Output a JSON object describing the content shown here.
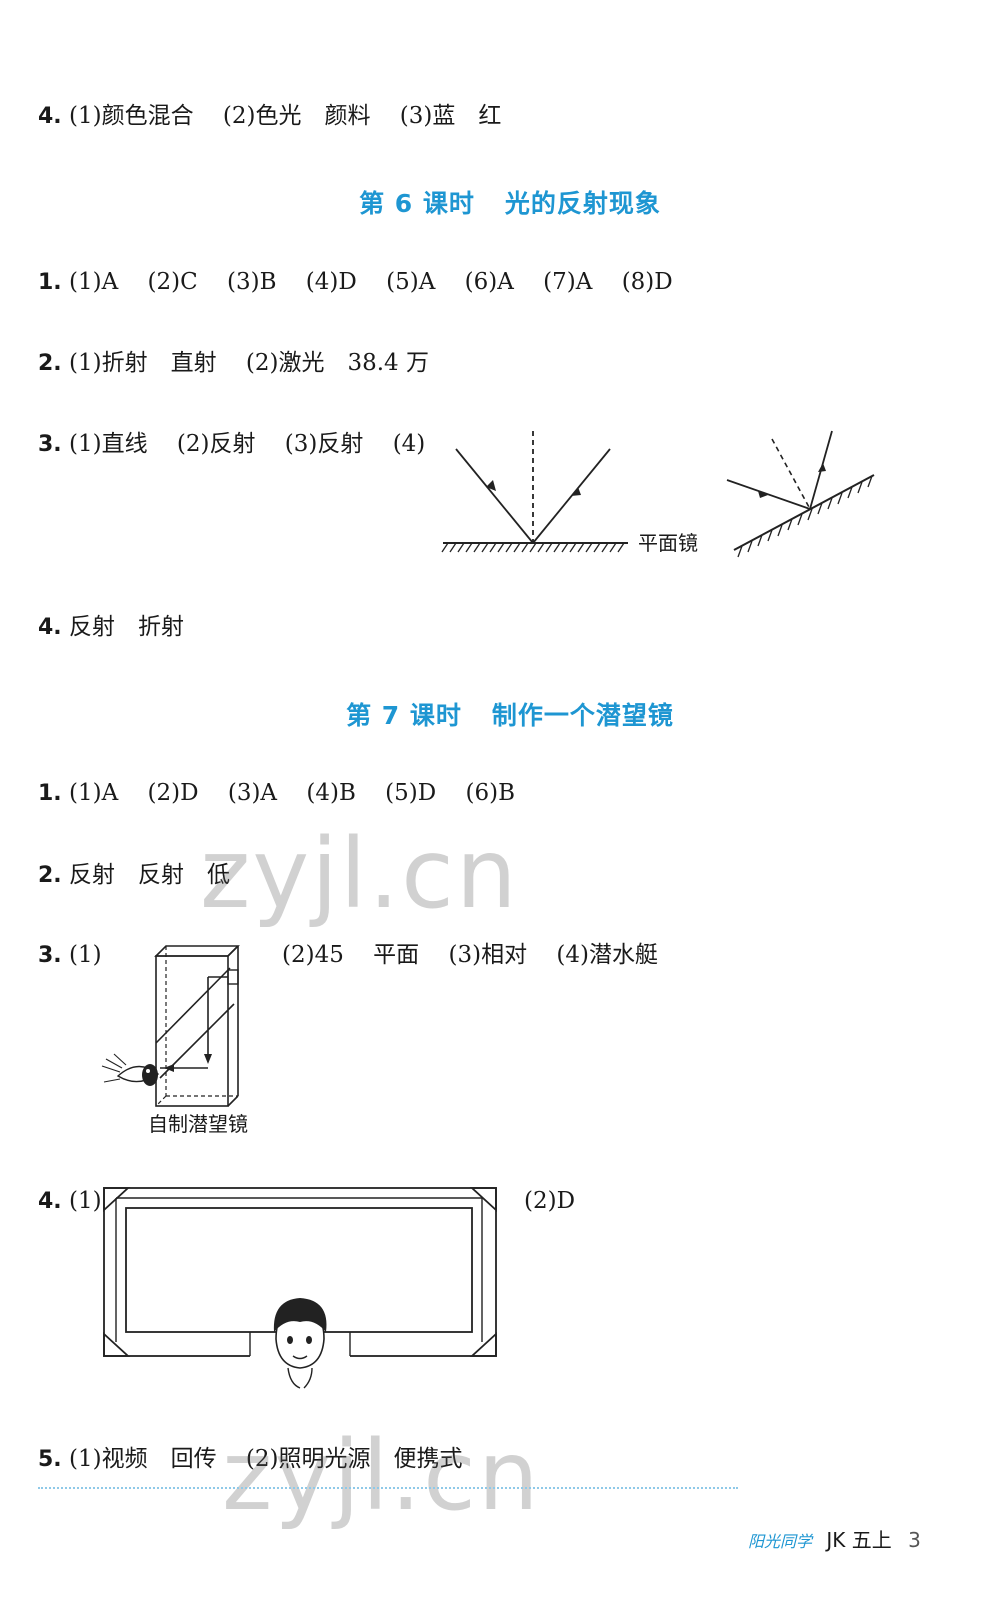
{
  "answers": {
    "l5_q4": {
      "num": "4.",
      "segs": [
        "(1)颜色混合",
        "(2)色光　颜料",
        "(3)蓝　红"
      ]
    },
    "l6_q1": {
      "num": "1.",
      "segs": [
        "(1)A",
        "(2)C",
        "(3)B",
        "(4)D",
        "(5)A",
        "(6)A",
        "(7)A",
        "(8)D"
      ]
    },
    "l6_q2": {
      "num": "2.",
      "segs": [
        "(1)折射　直射",
        "(2)激光　38.4 万"
      ]
    },
    "l6_q3": {
      "num": "3.",
      "segs": [
        "(1)直线",
        "(2)反射",
        "(3)反射",
        "(4)"
      ],
      "mirror_label": "平面镜"
    },
    "l6_q4": {
      "num": "4.",
      "segs": [
        "反射　折射"
      ]
    },
    "l7_q1": {
      "num": "1.",
      "segs": [
        "(1)A",
        "(2)D",
        "(3)A",
        "(4)B",
        "(5)D",
        "(6)B"
      ]
    },
    "l7_q2": {
      "num": "2.",
      "segs": [
        "反射　反射　低"
      ]
    },
    "l7_q3": {
      "num": "3.",
      "segs": [
        "(1)"
      ],
      "segs_right": [
        "(2)45",
        "平面",
        "(3)相对",
        "(4)潜水艇"
      ],
      "fig_label": "自制潜望镜"
    },
    "l7_q4": {
      "num": "4.",
      "segs": [
        "(1)"
      ],
      "segs_right": [
        "(2)D"
      ]
    },
    "l7_q5": {
      "num": "5.",
      "segs": [
        "(1)视频　回传",
        "(2)照明光源　便携式"
      ]
    }
  },
  "headings": {
    "lesson6": {
      "part1": "第 6 课时",
      "part2": "光的反射现象"
    },
    "lesson7": {
      "part1": "第 7 课时",
      "part2": "制作一个潜望镜"
    }
  },
  "watermarks": {
    "wm1": "zyjl.cn",
    "wm2": "zyjl.cn"
  },
  "footer": {
    "brand": "阳光同学",
    "meta": "JK 五上",
    "page": "3"
  },
  "colors": {
    "heading": "#1e96d2",
    "text": "#1a1a1a"
  }
}
